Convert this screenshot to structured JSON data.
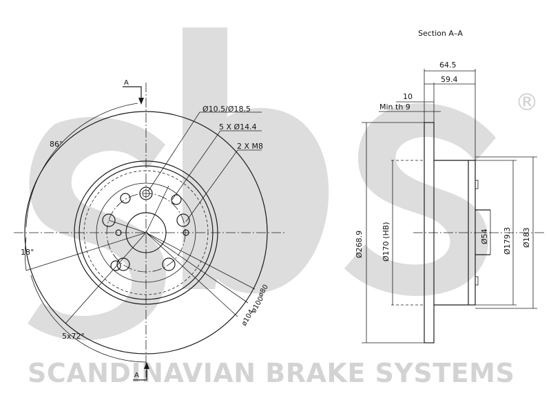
{
  "brand": {
    "logo_letters": "sbs",
    "registered_mark": "®",
    "tagline": "SCANDINAVIAN BRAKE SYSTEMS",
    "watermark_color": "#d3d3d3"
  },
  "section": {
    "title": "Section A–A",
    "marker_top": "A",
    "marker_bottom": "A"
  },
  "front_view": {
    "hole_spec_1": "Ø10.5/Ø18.5",
    "hole_spec_2": "5 X Ø14.4",
    "thread_spec": "2 X M8",
    "angle_86": "86°",
    "angle_18": "18°",
    "angle_pattern": "5x72°",
    "dia_80": "ø80",
    "dia_100": "ø100",
    "dia_104": "ø104"
  },
  "side_view": {
    "dim_64_5": "64.5",
    "dim_59_4": "59.4",
    "dim_10": "10",
    "min_th": "Min th 9",
    "dia_268_9": "Ø268.9",
    "dia_170": "Ø170 (HB)",
    "dia_54": "Ø54",
    "dia_179_3": "Ø179.3",
    "dia_183": "Ø183"
  },
  "colors": {
    "line": "#1a1a1a",
    "watermark": "#d3d3d3"
  }
}
